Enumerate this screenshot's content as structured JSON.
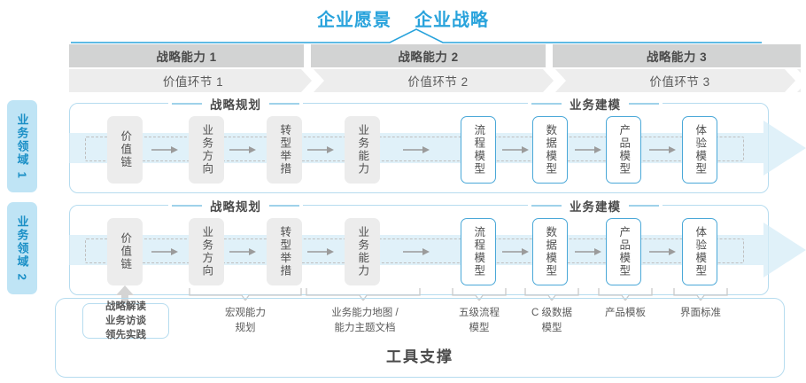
{
  "header": {
    "titles": [
      "企业愿景",
      "企业战略"
    ],
    "accent_color": "#29a3dc"
  },
  "capabilities": [
    {
      "label": "战略能力 1"
    },
    {
      "label": "战略能力 2"
    },
    {
      "label": "战略能力 3"
    }
  ],
  "value_chain": [
    {
      "label": "价值环节 1"
    },
    {
      "label": "价值环节 2"
    },
    {
      "label": "价值环节 3"
    }
  ],
  "domains": [
    {
      "label": "业务领域 1"
    },
    {
      "label": "业务领域 2"
    }
  ],
  "sections": {
    "planning": "战略规划",
    "modeling": "业务建模"
  },
  "nodes": {
    "planning": [
      "价值链",
      "业务方向",
      "转型举措",
      "业务能力"
    ],
    "modeling": [
      "流程模型",
      "数据模型",
      "产品模型",
      "体验模型"
    ]
  },
  "tools": {
    "highlight_box": "战略解读\n业务访谈\n领先实践",
    "highlight_lines": [
      "战略解读",
      "业务访谈",
      "领先实践"
    ],
    "items": [
      {
        "lines": [
          "宏观能力",
          "规划"
        ]
      },
      {
        "lines": [
          "业务能力地图 /",
          "能力主题文档"
        ]
      },
      {
        "lines": [
          "五级流程",
          "模型"
        ]
      },
      {
        "lines": [
          "C 级数据",
          "模型"
        ]
      },
      {
        "lines": [
          "产品模板"
        ]
      },
      {
        "lines": [
          "界面标准"
        ]
      }
    ]
  },
  "footer": {
    "title": "工具支撑"
  },
  "colors": {
    "accent": "#29a3dc",
    "box_blue_border": "#4aa8d8",
    "panel_border": "#b6dcef",
    "gray_box": "#ececec",
    "cap_bar": "#d2d3d3",
    "vc_bar": "#ededed",
    "domain_tab": "#bfe4f5"
  }
}
